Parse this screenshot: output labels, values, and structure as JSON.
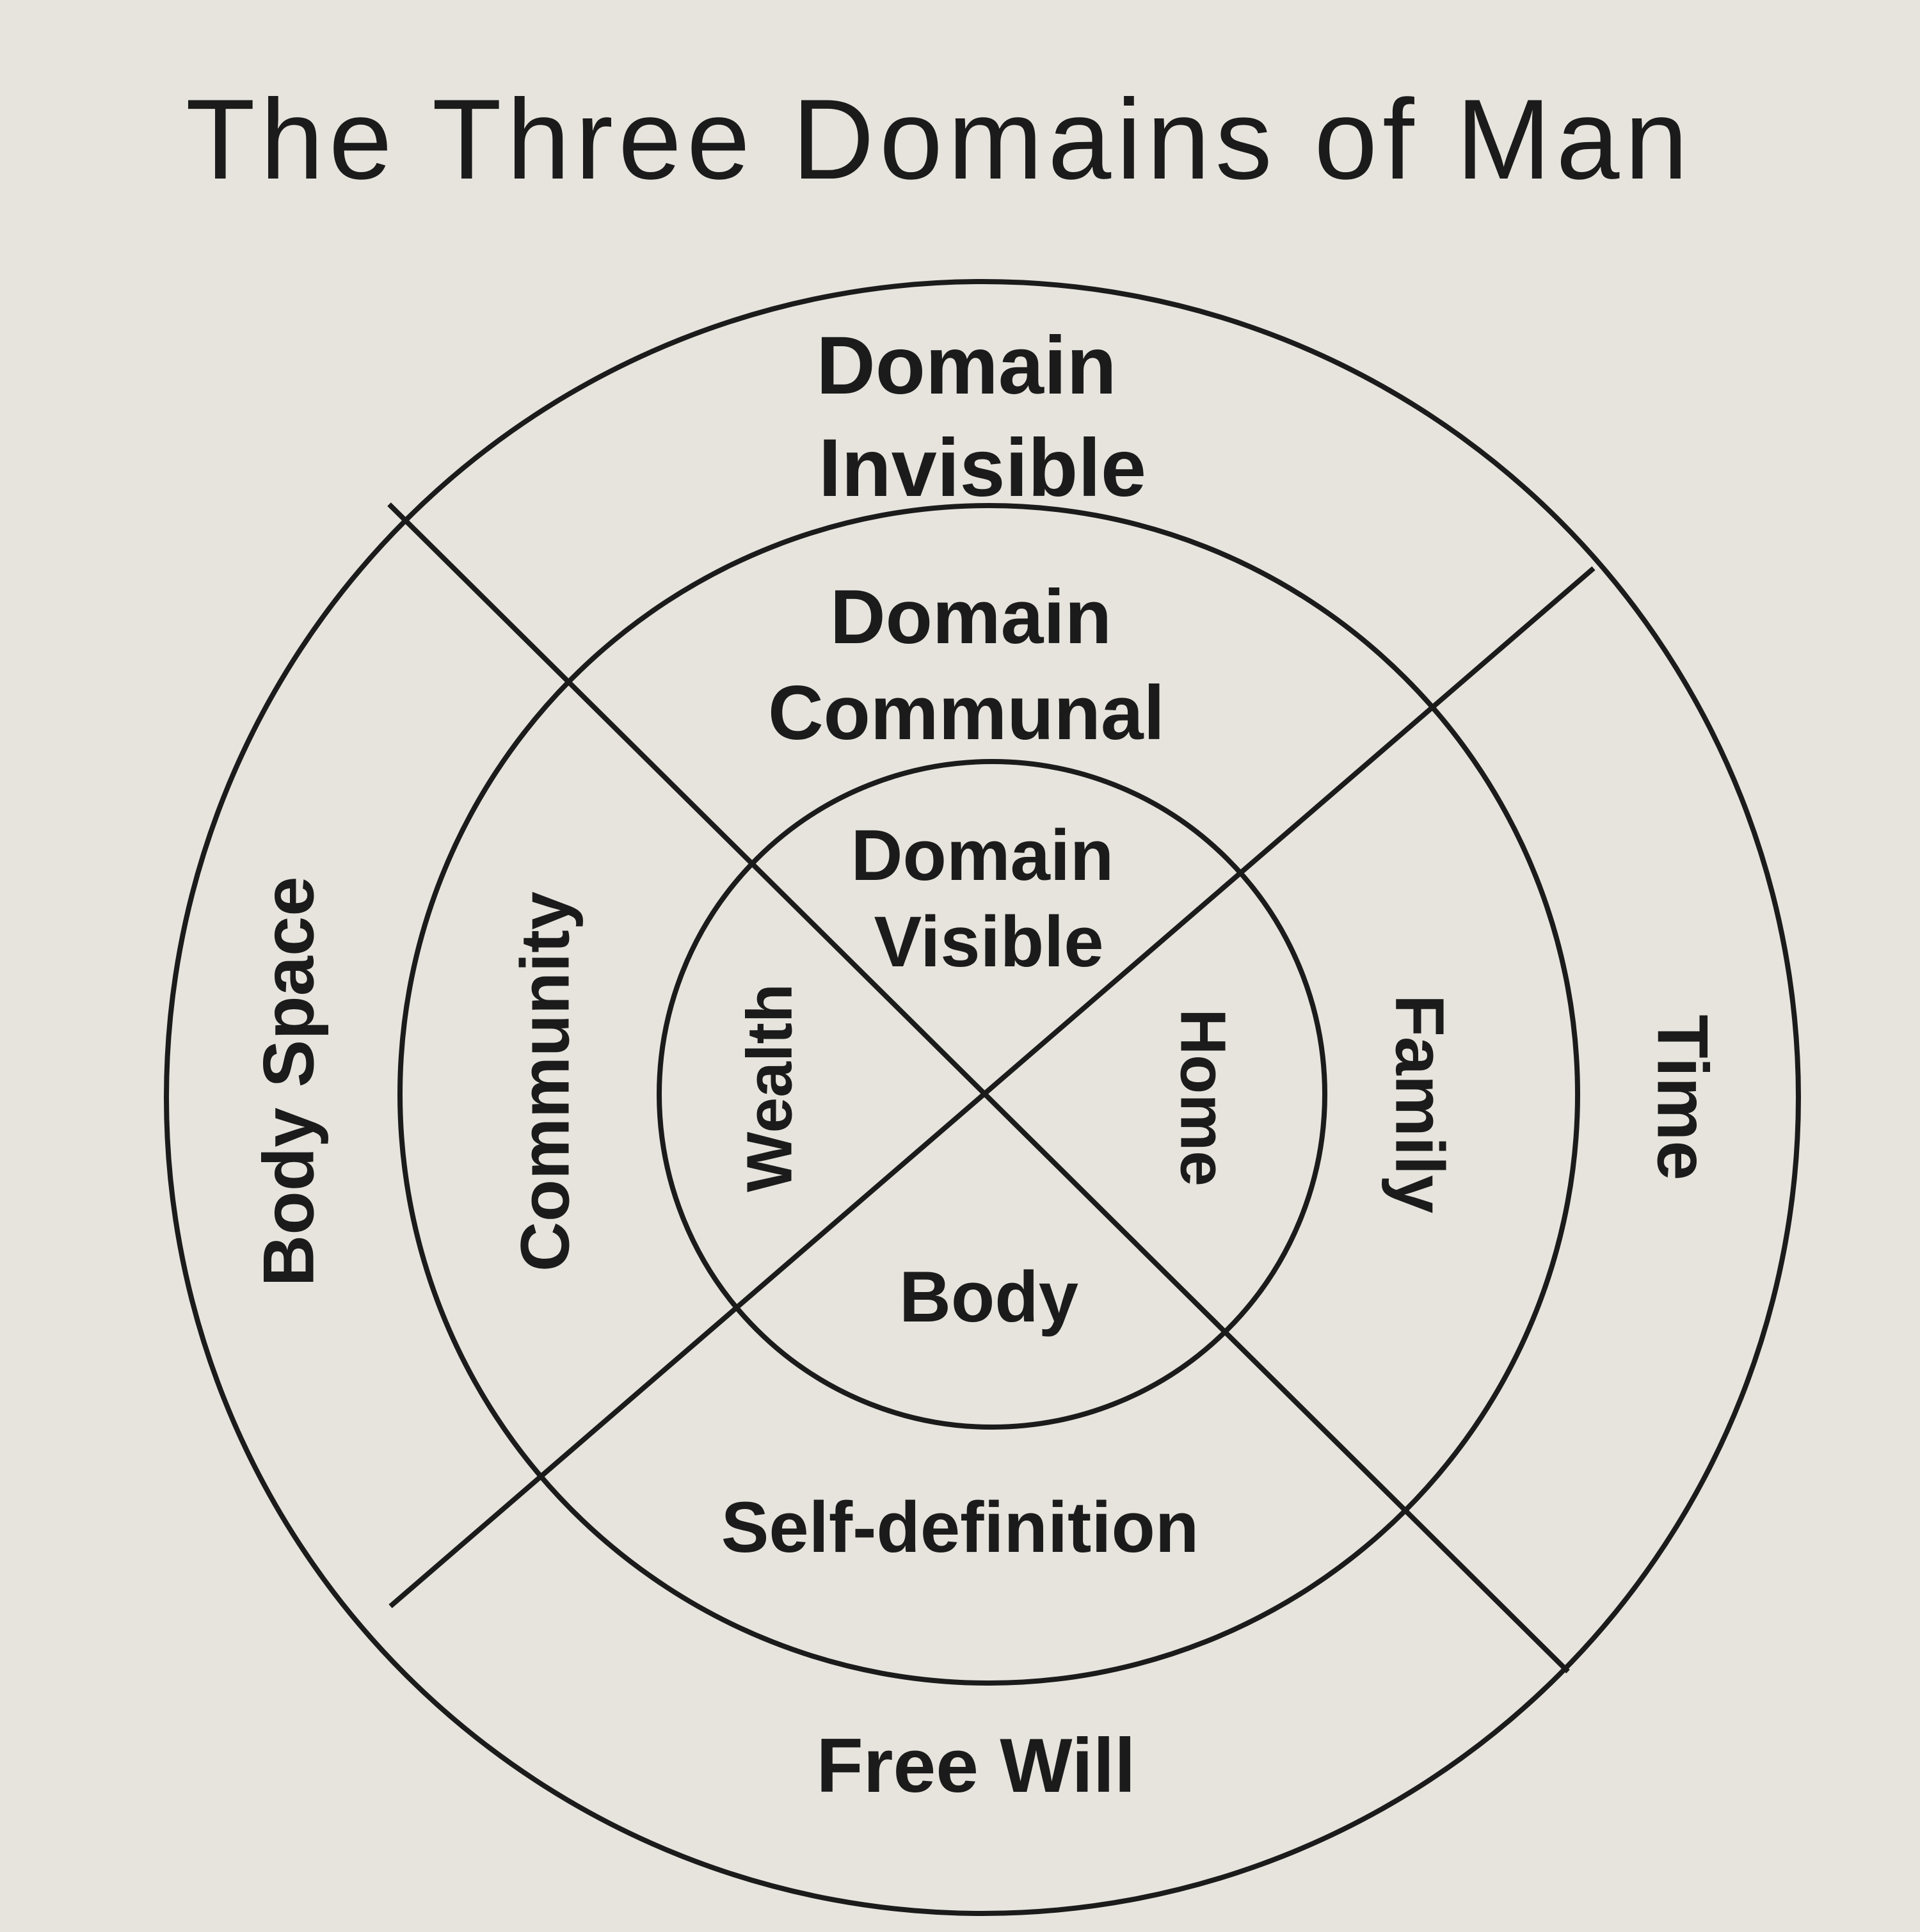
{
  "title": "The Three Domains of Man",
  "colors": {
    "paper": "#e6e4dd",
    "ink": "#1b1b1b"
  },
  "labels": {
    "outer_top_line1": "Domain",
    "outer_top_line2": "Invisible",
    "middle_top_line1": "Domain",
    "middle_top_line2": "Communal",
    "inner_top_line1": "Domain",
    "inner_top_line2": "Visible",
    "outer_left": "Body Space",
    "outer_right": "Time",
    "outer_bottom": "Free Will",
    "middle_left": "Community",
    "middle_right": "Family",
    "middle_bottom": "Self-definition",
    "inner_left": "Wealth",
    "inner_right": "Home",
    "inner_bottom": "Body"
  }
}
